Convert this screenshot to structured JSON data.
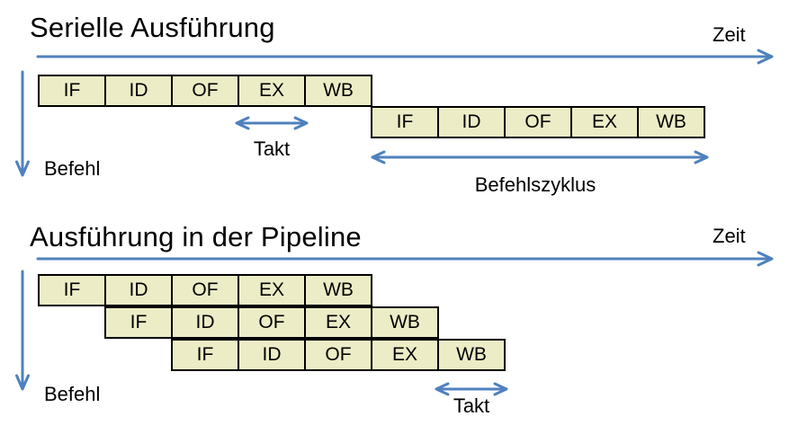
{
  "colors": {
    "box_fill": "#ecedc6",
    "box_border": "#000000",
    "arrow": "#4f81bd",
    "text": "#000000",
    "background": "#ffffff"
  },
  "sections": [
    {
      "title": "Serielle Ausführung",
      "time_axis_label": "Zeit",
      "instruction_axis_label": "Befehl",
      "rows": [
        {
          "stages": [
            "IF",
            "ID",
            "OF",
            "EX",
            "WB"
          ]
        },
        {
          "stages": [
            "IF",
            "ID",
            "OF",
            "EX",
            "WB"
          ]
        }
      ],
      "annotations": {
        "clock_label": "Takt",
        "cycle_label": "Befehlszyklus"
      }
    },
    {
      "title": "Ausführung in der Pipeline",
      "time_axis_label": "Zeit",
      "instruction_axis_label": "Befehl",
      "rows": [
        {
          "stages": [
            "IF",
            "ID",
            "OF",
            "EX",
            "WB"
          ]
        },
        {
          "stages": [
            "IF",
            "ID",
            "OF",
            "EX",
            "WB"
          ]
        },
        {
          "stages": [
            "IF",
            "ID",
            "OF",
            "EX",
            "WB"
          ]
        }
      ],
      "annotations": {
        "clock_label": "Takt"
      }
    }
  ]
}
